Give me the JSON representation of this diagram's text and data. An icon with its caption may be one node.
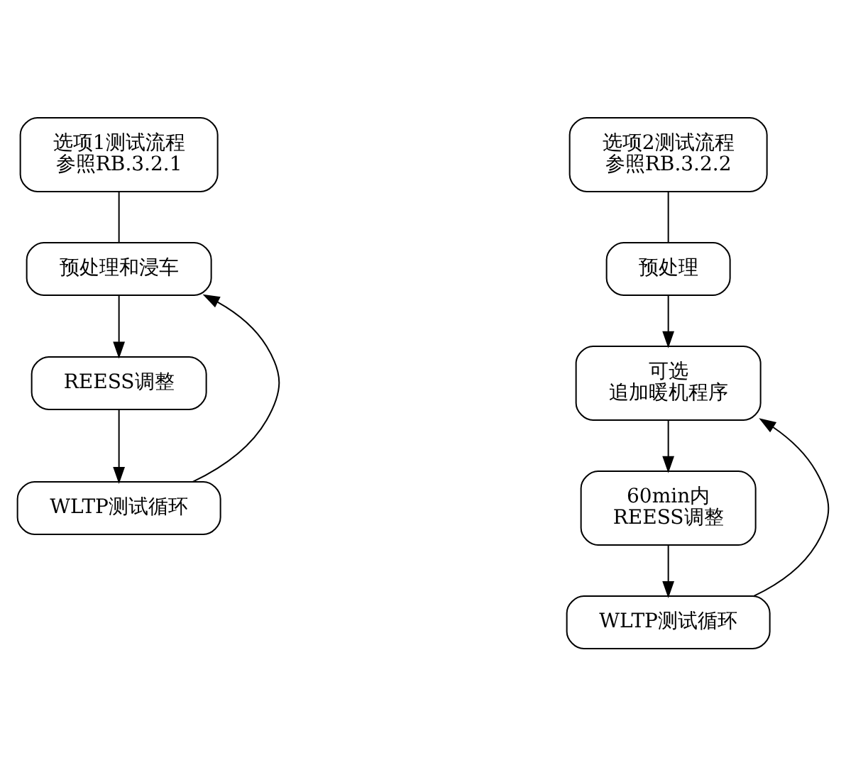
{
  "diagram": {
    "nodes": [
      {
        "text": [
          "选项1测试流程",
          "参照RB.3.2.1"
        ]
      },
      {
        "text": [
          "预处理和浸车"
        ]
      },
      {
        "text": [
          "REESS调整"
        ]
      },
      {
        "text": [
          "WLTP测试循环"
        ]
      },
      {
        "text": [
          "选项2测试流程",
          "参照RB.3.2.2"
        ]
      },
      {
        "text": [
          "预处理"
        ]
      },
      {
        "text": [
          "可选",
          "追加暖机程序"
        ]
      },
      {
        "text": [
          "60min内",
          "REESS调整"
        ]
      },
      {
        "text": [
          "WLTP测试循环"
        ]
      }
    ],
    "edges": [
      {
        "from": 0,
        "to": 1,
        "arrow": "none"
      },
      {
        "from": 1,
        "to": 2,
        "arrow": "to"
      },
      {
        "from": 2,
        "to": 3,
        "arrow": "to"
      },
      {
        "from": 3,
        "to": 1,
        "arrow": "to"
      },
      {
        "from": 4,
        "to": 5,
        "arrow": "none"
      },
      {
        "from": 5,
        "to": 6,
        "arrow": "to"
      },
      {
        "from": 6,
        "to": 7,
        "arrow": "to"
      },
      {
        "from": 7,
        "to": 8,
        "arrow": "to"
      },
      {
        "from": 8,
        "to": 6,
        "arrow": "to"
      }
    ]
  }
}
